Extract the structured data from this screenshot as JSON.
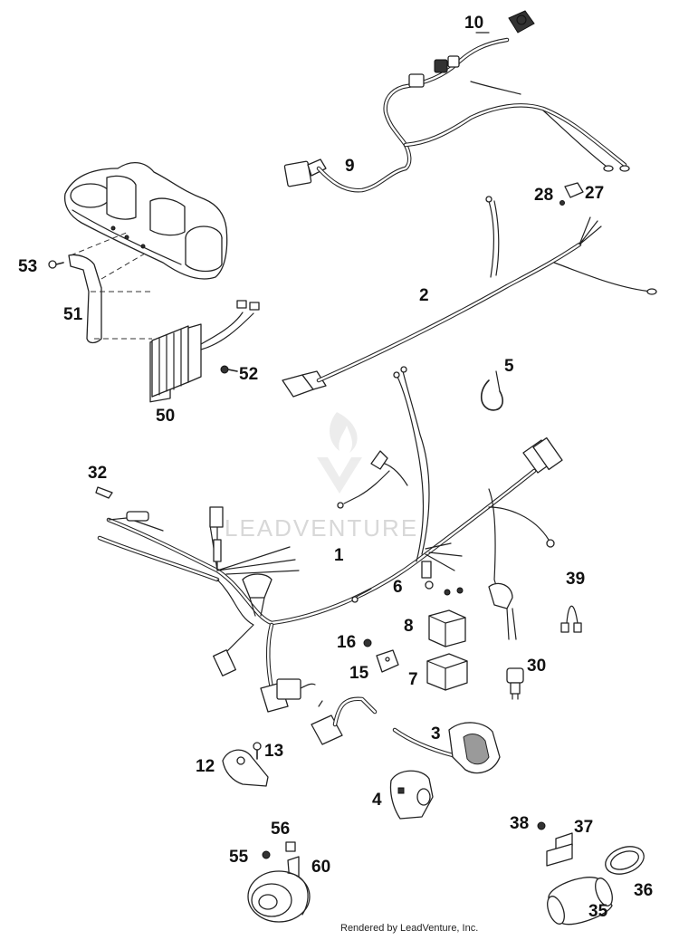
{
  "diagram": {
    "labels": [
      "10",
      "9",
      "28",
      "27",
      "53",
      "51",
      "50",
      "52",
      "2",
      "5",
      "32",
      "1",
      "39",
      "6",
      "8",
      "16",
      "15",
      "7",
      "30",
      "3",
      "12",
      "13",
      "4",
      "38",
      "37",
      "56",
      "55",
      "60",
      "36",
      "35"
    ],
    "watermark": "LEADVENTURE",
    "footer": "Rendered by LeadVenture, Inc."
  }
}
